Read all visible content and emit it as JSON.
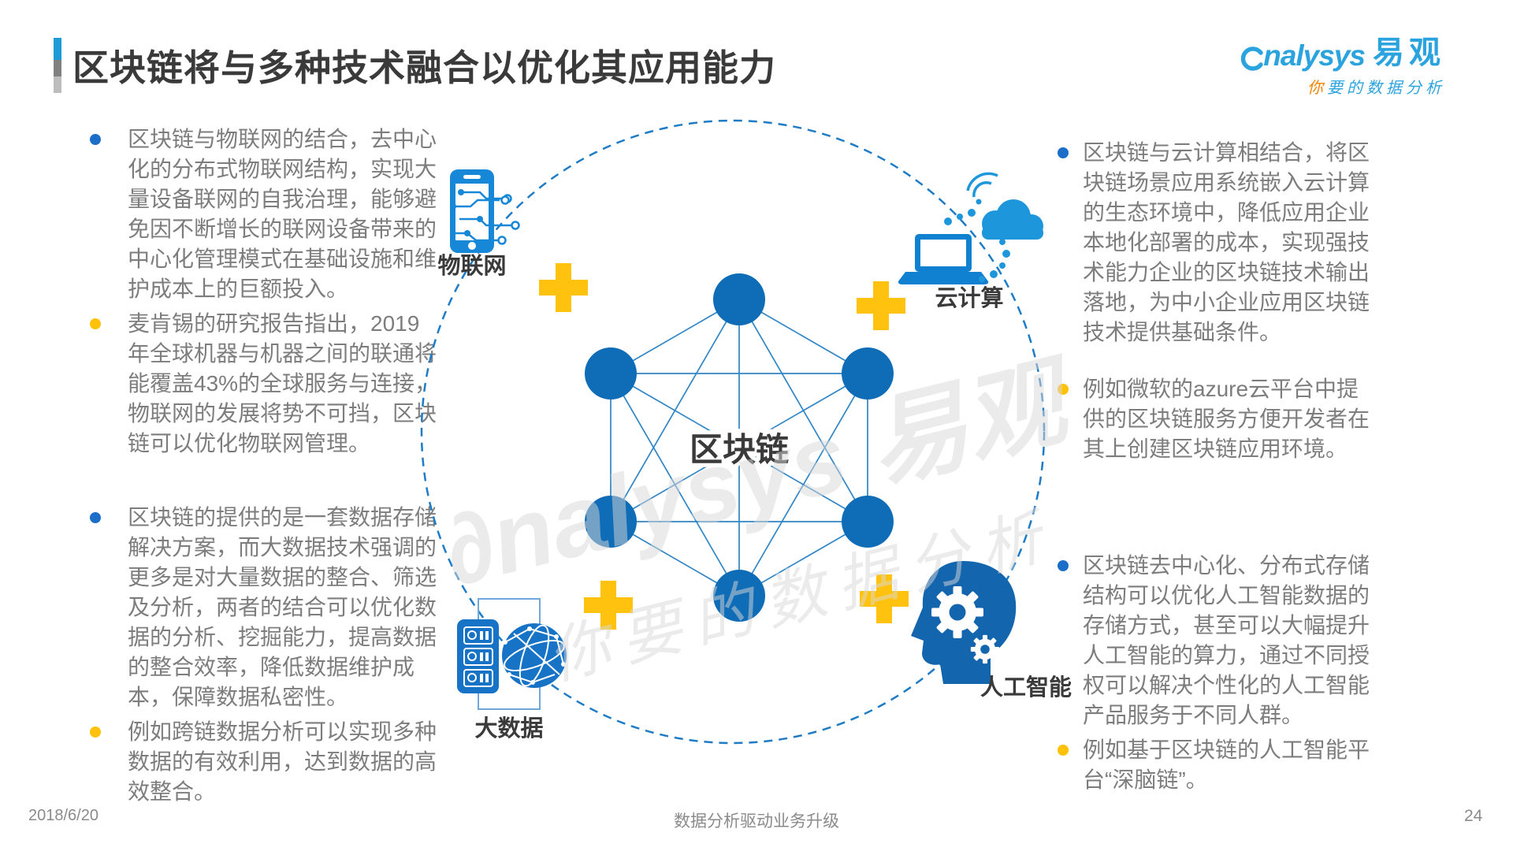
{
  "title": "区块链将与多种技术融合以优化其应用能力",
  "logo": {
    "brand_latin": "nalysys",
    "brand_cn": "易观",
    "tagline_first": "你",
    "tagline_rest": "要的数据分析"
  },
  "left_column": {
    "bullets": [
      {
        "color": "blue",
        "text": "区块链与物联网的结合，去中心化的分布式物联网结构，实现大量设备联网的自我治理，能够避免因不断增长的联网设备带来的中心化管理模式在基础设施和维护成本上的巨额投入。"
      },
      {
        "color": "yellow",
        "text": "麦肯锡的研究报告指出，2019年全球机器与机器之间的联通将能覆盖43%的全球服务与连接，物联网的发展将势不可挡，区块链可以优化物联网管理。"
      },
      {
        "color": "blue",
        "text": "区块链的提供的是一套数据存储解决方案，而大数据技术强调的更多是对大量数据的整合、筛选及分析，两者的结合可以优化数据的分析、挖掘能力，提高数据的整合效率，降低数据维护成本，保障数据私密性。"
      },
      {
        "color": "yellow",
        "text": "例如跨链数据分析可以实现多种数据的有效利用，达到数据的高效整合。"
      }
    ]
  },
  "right_column": {
    "bullets": [
      {
        "color": "blue",
        "text": "区块链与云计算相结合，将区块链场景应用系统嵌入云计算的生态环境中，降低应用企业本地化部署的成本，实现强技术能力企业的区块链技术输出落地，为中小企业应用区块链技术提供基础条件。"
      },
      {
        "color": "yellow",
        "text": "例如微软的azure云平台中提供的区块链服务方便开发者在其上创建区块链应用环境。"
      },
      {
        "color": "blue",
        "text": "区块链去中心化、分布式存储结构可以优化人工智能数据的存储方式，甚至可以大幅提升人工智能的算力，通过不同授权可以解决个性化的人工智能产品服务于不同人群。"
      },
      {
        "color": "yellow",
        "text": "例如基于区块链的人工智能平台“深脑链”。"
      }
    ]
  },
  "diagram": {
    "center_label": "区块链",
    "tech_labels": {
      "iot": "物联网",
      "cloud": "云计算",
      "bigdata": "大数据",
      "ai": "人工智能"
    },
    "node_color": "#0F6CB6",
    "edge_color": "#2F85C6",
    "plus_color": "#FFC20E",
    "dashed_circle_color": "#1E7CC6",
    "watermark_line1": "∂nalysys 易观",
    "watermark_line2": "你要的数据分析"
  },
  "footer": {
    "date": "2018/6/20",
    "center": "数据分析驱动业务升级",
    "page": "24"
  }
}
